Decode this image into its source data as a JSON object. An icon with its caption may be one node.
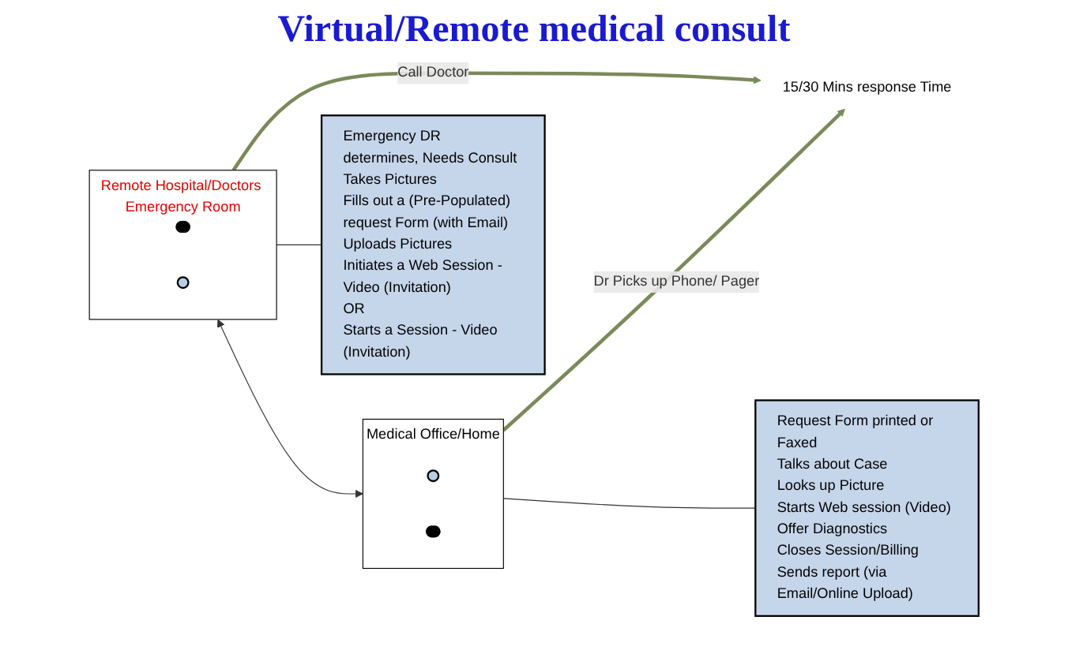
{
  "diagram": {
    "title": "Virtual/Remote medical consult",
    "nodes": [
      {
        "text": [
          "Remote Hospital/Doctors Emergency Room"
        ]
      },
      {
        "text": [],
        "shape": "person",
        "in": 0
      },
      {
        "text": [],
        "shape": "circle",
        "in": 0
      },
      {
        "text": [
          "Emergency DR determines, Needs Consult",
          "Takes Pictures",
          "Fills out a (Pre-Populated) request Form (with Email)",
          "Uploads Pictures",
          "Initiates a Web Session - Video (Invitation)",
          "OR",
          "Starts a Session - Video (Invitation)"
        ]
      },
      {
        "text": [
          "15/30 Mins response Time"
        ]
      },
      {
        "text": [
          "Medical Office/Home"
        ]
      },
      {
        "text": [],
        "shape": "circle",
        "in": 5
      },
      {
        "text": [],
        "shape": "person",
        "in": 5
      },
      {
        "text": [
          "Request Form printed or Faxed",
          "Talks about Case",
          "Looks up Picture",
          "Starts Web session (Video)",
          "Offer Diagnostics",
          "Closes Session/Billing",
          "Sends report (via Email/Online Upload)"
        ]
      }
    ],
    "edges": [
      {
        "from": 0,
        "to": 4,
        "arrow": "to",
        "label": "Call Doctor",
        "style": "thick"
      },
      {
        "from": 5,
        "to": 4,
        "arrow": "to",
        "label": "Dr Picks up Phone/ Pager",
        "style": "thick"
      },
      {
        "from": 0,
        "to": 5,
        "arrow": "both"
      },
      {
        "from": 0,
        "to": 3,
        "arrow": "none"
      },
      {
        "from": 5,
        "to": 8,
        "arrow": "none"
      }
    ]
  }
}
